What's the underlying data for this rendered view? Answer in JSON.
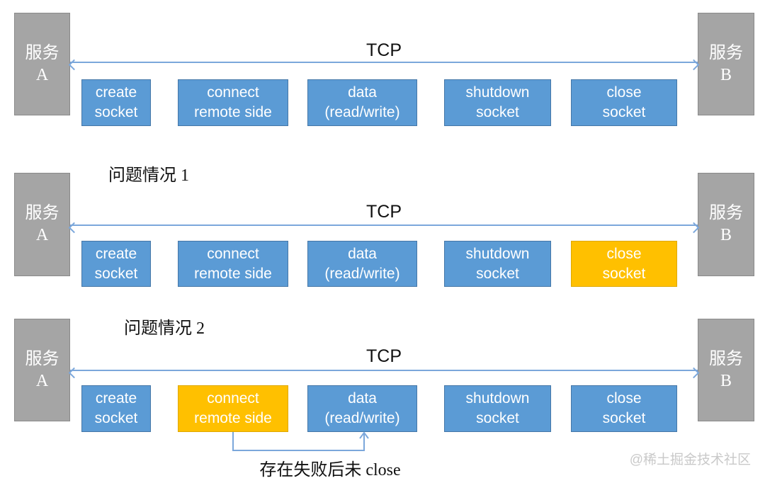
{
  "colors": {
    "step_blue": "#5b9bd5",
    "step_blue_border": "#4577a7",
    "step_highlight_orange": "#ffc000",
    "service_gray": "#a5a5a5",
    "arrow_blue": "#7ba7db",
    "step_text": "#ffffff",
    "title_text": "#111111",
    "watermark_gray": "#c9c9c9"
  },
  "services": {
    "a": {
      "line1": "服务",
      "line2": "A"
    },
    "b": {
      "line1": "服务",
      "line2": "B"
    }
  },
  "tcp_label": "TCP",
  "rows": [
    {
      "title": "",
      "boxes": [
        {
          "line1": "create",
          "line2": "socket",
          "highlight": false
        },
        {
          "line1": "connect",
          "line2": "remote side",
          "highlight": false
        },
        {
          "line1": "data",
          "line2": "(read/write)",
          "highlight": false
        },
        {
          "line1": "shutdown",
          "line2": "socket",
          "highlight": false
        },
        {
          "line1": "close",
          "line2": "socket",
          "highlight": false
        }
      ]
    },
    {
      "title": "问题情况 1",
      "boxes": [
        {
          "line1": "create",
          "line2": "socket",
          "highlight": false
        },
        {
          "line1": "connect",
          "line2": "remote side",
          "highlight": false
        },
        {
          "line1": "data",
          "line2": "(read/write)",
          "highlight": false
        },
        {
          "line1": "shutdown",
          "line2": "socket",
          "highlight": false
        },
        {
          "line1": "close",
          "line2": "socket",
          "highlight": true
        }
      ]
    },
    {
      "title": "问题情况 2",
      "boxes": [
        {
          "line1": "create",
          "line2": "socket",
          "highlight": false
        },
        {
          "line1": "connect",
          "line2": "remote side",
          "highlight": true
        },
        {
          "line1": "data",
          "line2": "(read/write)",
          "highlight": false
        },
        {
          "line1": "shutdown",
          "line2": "socket",
          "highlight": false
        },
        {
          "line1": "close",
          "line2": "socket",
          "highlight": false
        }
      ]
    }
  ],
  "annotation": {
    "text": "存在失败后未 close"
  },
  "watermark": {
    "text": "@稀土掘金技术社区"
  }
}
